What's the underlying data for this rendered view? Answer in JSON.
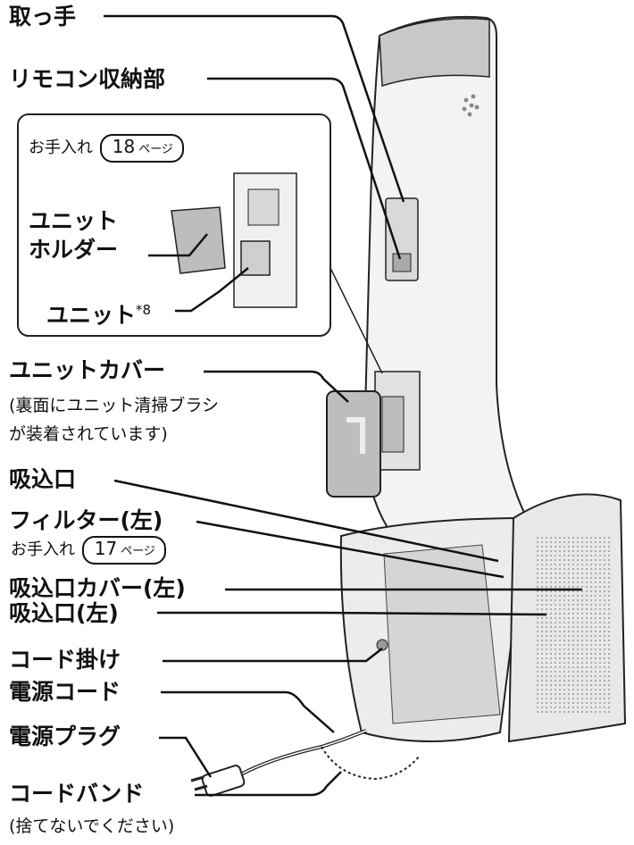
{
  "labels": {
    "handle": "取っ手",
    "remote_storage": "リモコン収納部",
    "unit_cover": "ユニットカバー",
    "unit_cover_note": "(裏面にユニット清掃ブラシ\nが装着されています)",
    "intake": "吸込口",
    "filter_left": "フィルター(左)",
    "intake_cover_left": "吸込口カバー(左)",
    "intake_left": "吸込口(左)",
    "cord_hook": "コード掛け",
    "power_cord": "電源コード",
    "power_plug": "電源プラグ",
    "cord_band": "コードバンド",
    "cord_band_note": "(捨てないでください)"
  },
  "inset": {
    "care_label": "お手入れ",
    "care_page": "18",
    "page_word": "ページ",
    "unit_holder": "ユニット\nホルダー",
    "unit": "ユニット",
    "footnote_mark": "*8"
  },
  "filter_care": {
    "care_label": "お手入れ",
    "care_page": "17",
    "page_word": "ページ"
  }
}
